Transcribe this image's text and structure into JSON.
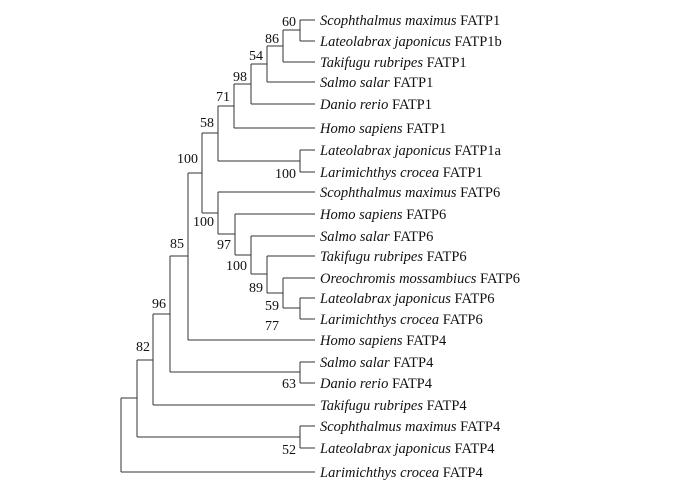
{
  "tree": {
    "taxa": [
      {
        "species": "Scophthalmus maximus",
        "gene": "FATP1"
      },
      {
        "species": "Lateolabrax japonicus",
        "gene": "FATP1b"
      },
      {
        "species": "Takifugu rubripes",
        "gene": "FATP1"
      },
      {
        "species": "Salmo salar",
        "gene": "FATP1"
      },
      {
        "species": "Danio rerio",
        "gene": "FATP1"
      },
      {
        "species": "Homo sapiens",
        "gene": "FATP1"
      },
      {
        "species": "Lateolabrax japonicus",
        "gene": "FATP1a"
      },
      {
        "species": "Larimichthys crocea",
        "gene": "FATP1"
      },
      {
        "species": "Scophthalmus maximus",
        "gene": "FATP6"
      },
      {
        "species": "Homo sapiens",
        "gene": "FATP6"
      },
      {
        "species": "Salmo salar",
        "gene": "FATP6"
      },
      {
        "species": "Takifugu rubripes",
        "gene": "FATP6"
      },
      {
        "species": "Oreochromis mossambiucs",
        "gene": "FATP6"
      },
      {
        "species": "Lateolabrax japonicus",
        "gene": "FATP6"
      },
      {
        "species": "Larimichthys crocea",
        "gene": "FATP6"
      },
      {
        "species": "Homo sapiens",
        "gene": "FATP4"
      },
      {
        "species": "Salmo salar",
        "gene": "FATP4"
      },
      {
        "species": "Danio rerio",
        "gene": "FATP4"
      },
      {
        "species": "Takifugu rubripes",
        "gene": "FATP4"
      },
      {
        "species": "Scophthalmus maximus",
        "gene": "FATP4"
      },
      {
        "species": "Lateolabrax japonicus",
        "gene": "FATP4"
      },
      {
        "species": "Larimichthys crocea",
        "gene": "FATP4"
      }
    ],
    "bootstrap": {
      "n60": "60",
      "n86": "86",
      "n54": "54",
      "n98": "98",
      "n71": "71",
      "n58": "58",
      "n100a": "100",
      "n100top": "100",
      "n100b": "100",
      "n97": "97",
      "n100c": "100",
      "n89": "89",
      "n59": "59",
      "n77": "77",
      "n85": "85",
      "n63": "63",
      "n96": "96",
      "n52": "52",
      "n82": "82"
    }
  }
}
